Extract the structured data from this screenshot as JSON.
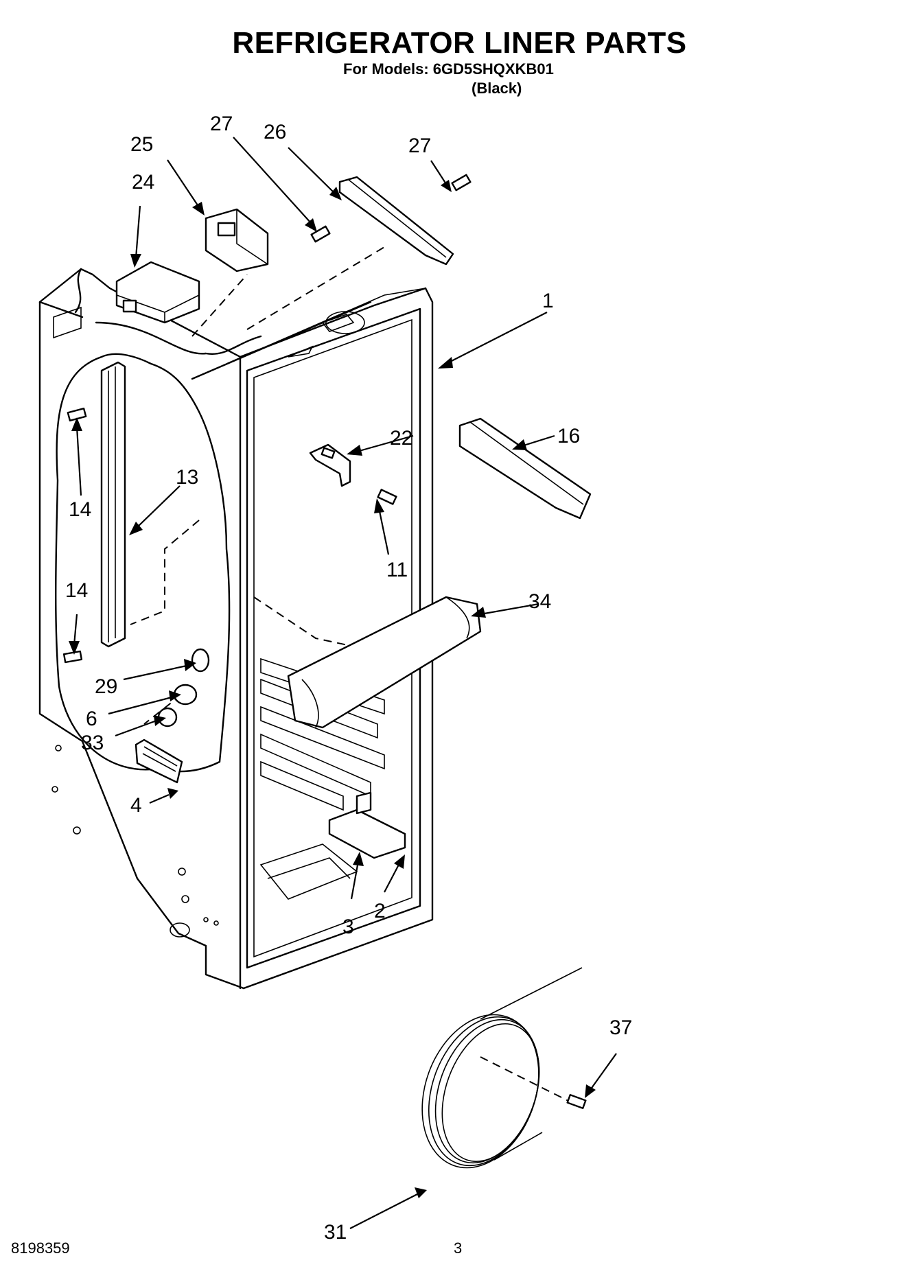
{
  "header": {
    "title": "REFRIGERATOR LINER PARTS",
    "models_line": "For Models: 6GD5SHQXKB01",
    "color_line": "(Black)"
  },
  "callouts": {
    "c1": "1",
    "c2": "2",
    "c3": "3",
    "c4": "4",
    "c6": "6",
    "c11": "11",
    "c13": "13",
    "c14a": "14",
    "c14b": "14",
    "c16": "16",
    "c22": "22",
    "c24": "24",
    "c25": "25",
    "c26": "26",
    "c27a": "27",
    "c27b": "27",
    "c29": "29",
    "c31": "31",
    "c33": "33",
    "c34": "34",
    "c37": "37"
  },
  "footer": {
    "doc_number": "8198359",
    "page_number": "3"
  }
}
